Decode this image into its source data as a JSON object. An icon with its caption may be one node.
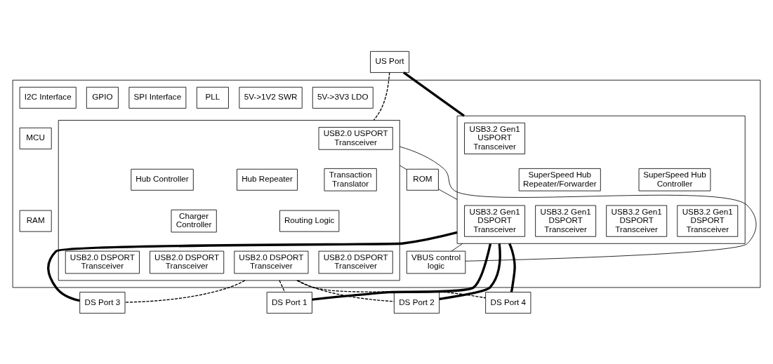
{
  "diagram": {
    "nodes": [
      {
        "text": [],
        "shape": "box"
      },
      {
        "text": [
          "US Port"
        ]
      },
      {
        "text": [
          "5V->3V3 LDO"
        ],
        "in": 0
      },
      {
        "text": [
          "5V->1V2 SWR"
        ],
        "in": 0
      },
      {
        "text": [
          "PLL"
        ],
        "in": 0
      },
      {
        "text": [
          "SPI Interface"
        ],
        "in": 0
      },
      {
        "text": [
          "GPIO"
        ],
        "in": 0
      },
      {
        "text": [
          "I2C Interface"
        ],
        "in": 0
      },
      {
        "text": [],
        "shape": "box",
        "in": 0
      },
      {
        "text": [
          "USB3.2 Gen1 USPORT Transceiver"
        ],
        "in": 8
      },
      {
        "text": [
          "SuperSpeed Hub Controller"
        ],
        "in": 8
      },
      {
        "text": [
          "SuperSpeed Hub Repeater/Forwarder"
        ],
        "in": 8
      },
      {
        "text": [
          "USB3.2 Gen1 DSPORT Transceiver"
        ],
        "in": 8
      },
      {
        "text": [
          "USB3.2 Gen1 DSPORT Transceiver"
        ],
        "in": 8
      },
      {
        "text": [
          "USB3.2 Gen1 DSPORT Transceiver"
        ],
        "in": 8
      },
      {
        "text": [
          "USB3.2 Gen1 DSPORT Transceiver"
        ],
        "in": 8
      },
      {
        "text": [
          "MCU"
        ],
        "in": 0
      },
      {
        "text": [
          "ROM"
        ],
        "in": 0
      },
      {
        "text": [
          "RAM"
        ],
        "in": 0
      },
      {
        "text": [
          "VBUS control logic"
        ],
        "in": 0
      },
      {
        "text": [],
        "shape": "box",
        "in": 0
      },
      {
        "text": [
          "USB2.0 USPORT Transceiver"
        ],
        "in": 20
      },
      {
        "text": [
          "Transaction Translator"
        ],
        "in": 20
      },
      {
        "text": [
          "Hub Repeater"
        ],
        "in": 20
      },
      {
        "text": [
          "Hub Controller"
        ],
        "in": 20
      },
      {
        "text": [
          "Routing Logic"
        ],
        "in": 20
      },
      {
        "text": [
          "Charger Controller"
        ],
        "in": 20
      },
      {
        "text": [
          "USB2.0 DSPORT Transceiver"
        ],
        "in": 20
      },
      {
        "text": [
          "USB2.0 DSPORT Transceiver"
        ],
        "in": 20
      },
      {
        "text": [
          "USB2.0 DSPORT Transceiver"
        ],
        "in": 20
      },
      {
        "text": [
          "USB2.0 DSPORT Transceiver"
        ],
        "in": 20
      },
      {
        "text": [
          "DS Port 1"
        ]
      },
      {
        "text": [
          "DS Port 2"
        ]
      },
      {
        "text": [
          "DS Port 3"
        ]
      },
      {
        "text": [
          "DS Port 4"
        ]
      }
    ],
    "edges": [
      {
        "from": 1,
        "to": 8,
        "arrow": "none",
        "style": "thick"
      },
      {
        "from": 1,
        "to": 20,
        "arrow": "none",
        "style": "dashed"
      },
      {
        "from": 8,
        "to": 17,
        "arrow": "none"
      },
      {
        "from": 17,
        "to": 20,
        "arrow": "none"
      },
      {
        "from": 8,
        "to": 19,
        "arrow": "none"
      },
      {
        "from": 19,
        "to": 20,
        "arrow": "none"
      },
      {
        "from": 8,
        "to": 31,
        "arrow": "none",
        "style": "thick"
      },
      {
        "from": 8,
        "to": 32,
        "arrow": "none",
        "style": "thick"
      },
      {
        "from": 8,
        "to": 33,
        "arrow": "none",
        "style": "thick"
      },
      {
        "from": 8,
        "to": 34,
        "arrow": "none",
        "style": "thick"
      },
      {
        "from": 20,
        "to": 31,
        "arrow": "none",
        "style": "dashed"
      },
      {
        "from": 20,
        "to": 32,
        "arrow": "none",
        "style": "dashed"
      },
      {
        "from": 20,
        "to": 33,
        "arrow": "none",
        "style": "dashed"
      },
      {
        "from": 20,
        "to": 34,
        "arrow": "none",
        "style": "dashed"
      }
    ]
  }
}
